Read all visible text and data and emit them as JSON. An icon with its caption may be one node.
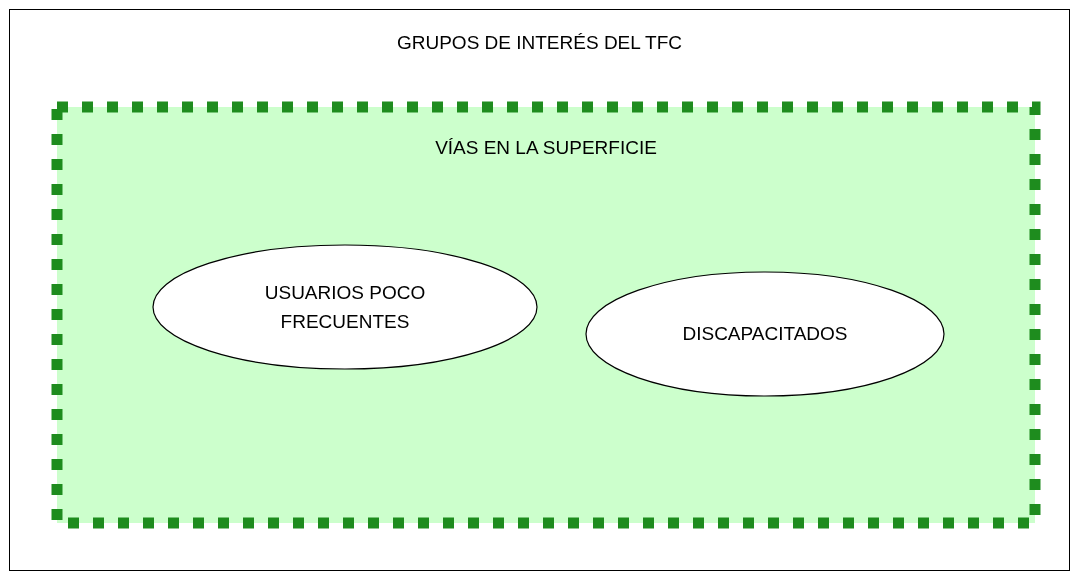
{
  "diagram": {
    "nodes": [
      {
        "text": [
          "GRUPOS DE INTERÉS DEL TFC"
        ]
      },
      {
        "text": [
          "VÍAS EN LA SUPERFICIE"
        ],
        "in": 0
      },
      {
        "text": [
          "USUARIOS POCO FRECUENTES"
        ],
        "in": 1
      },
      {
        "text": [
          "DISCAPACITADOS"
        ],
        "in": 1
      }
    ]
  }
}
